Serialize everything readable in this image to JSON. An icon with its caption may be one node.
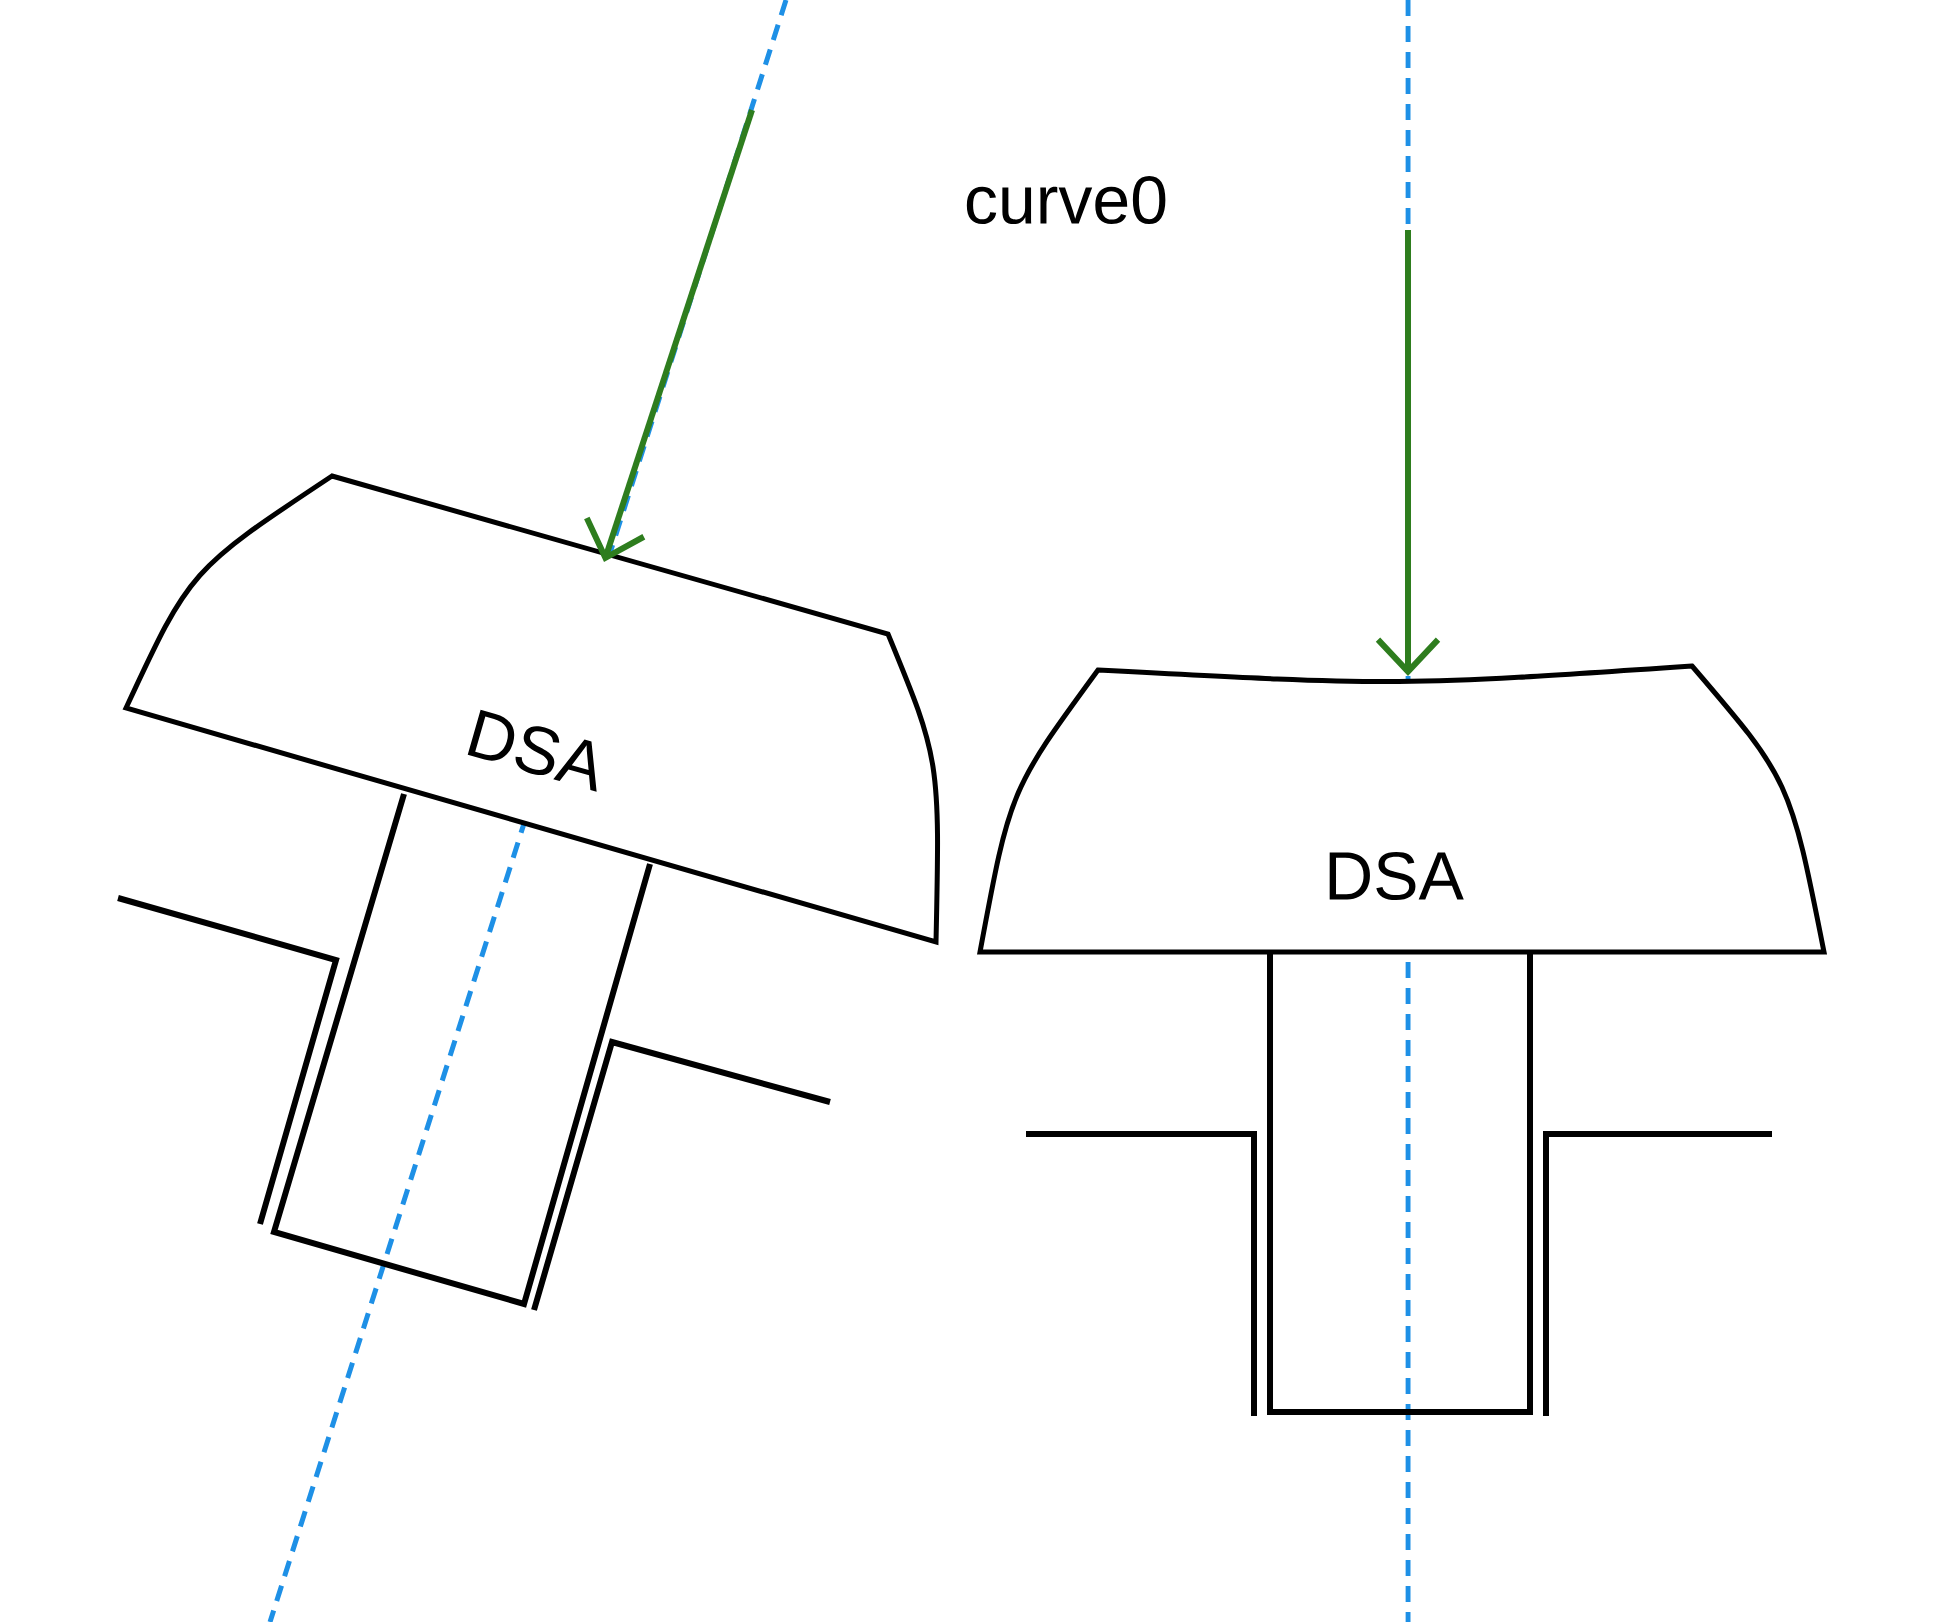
{
  "diagram": {
    "nodes": [
      {
        "text": [
          "DSA"
        ]
      },
      {
        "text": [
          "DSA"
        ]
      }
    ],
    "edges": [
      {
        "from": null,
        "to": 0,
        "arrow": "to"
      },
      {
        "from": null,
        "to": 1,
        "arrow": "to"
      }
    ],
    "labels": [
      "curve0"
    ]
  }
}
